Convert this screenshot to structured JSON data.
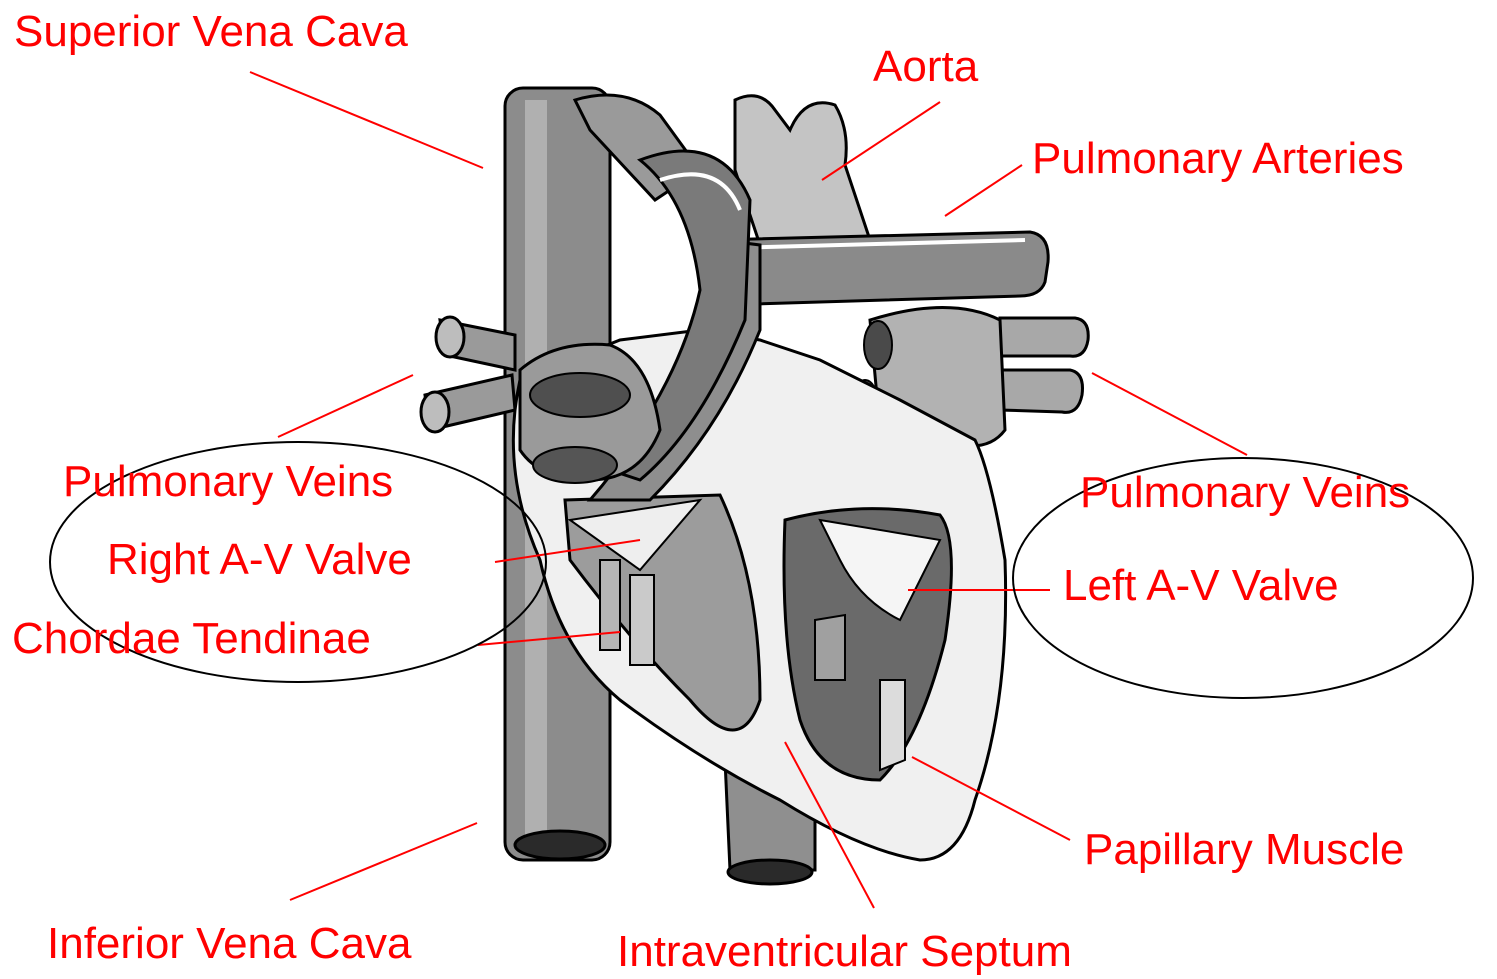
{
  "diagram": {
    "label_color": "#ff0000",
    "labels": {
      "superior_vena_cava": "Superior Vena Cava",
      "aorta": "Aorta",
      "pulmonary_arteries": "Pulmonary Arteries",
      "pulmonary_veins_left": "Pulmonary Veins",
      "pulmonary_veins_right": "Pulmonary Veins",
      "right_av_valve": "Right A-V Valve",
      "chordae_tendinae": "Chordae Tendinae",
      "left_av_valve": "Left A-V Valve",
      "papillary_muscle": "Papillary Muscle",
      "inferior_vena_cava": "Inferior Vena Cava",
      "intraventricular_septum": "Intraventricular Septum"
    }
  }
}
